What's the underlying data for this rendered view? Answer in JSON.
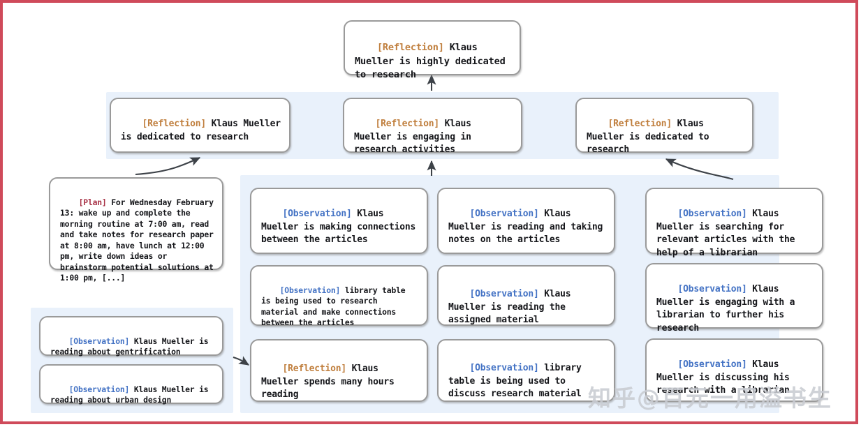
{
  "figure": {
    "border_color": "#cf4a5a",
    "panel_color": "#e9f1fb",
    "node_border_color": "#9a9a9a"
  },
  "tags": {
    "reflection": "[Reflection]",
    "observation": "[Observation]",
    "plan": "[Plan]",
    "reflection_color": "#c07f3e",
    "observation_color": "#4372c4",
    "plan_color": "#a83246"
  },
  "nodes": {
    "root": {
      "tag": "[Reflection]",
      "text": " Klaus Mueller is highly dedicated to research"
    },
    "reflection_left": {
      "tag": "[Reflection]",
      "text": " Klaus Mueller is dedicated to research"
    },
    "reflection_center": {
      "tag": "[Reflection]",
      "text": " Klaus Mueller is engaging in research activities"
    },
    "reflection_right": {
      "tag": "[Reflection]",
      "text": " Klaus Mueller is dedicated to research"
    },
    "plan": {
      "tag": "[Plan]",
      "text": " For Wednesday February 13: wake up and complete the morning routine at 7:00 am, read and take notes for research paper at 8:00 am, have lunch at 12:00 pm, write down ideas or brainstorm potential solutions at 1:00 pm, [...]"
    },
    "obs_bottomleft_1": {
      "tag": "[Observation]",
      "text": " Klaus Mueller is reading about gentrification"
    },
    "obs_bottomleft_2": {
      "tag": "[Observation]",
      "text": " Klaus Mueller is reading about urban design"
    },
    "col2_1": {
      "tag": "[Observation]",
      "text": " Klaus Mueller is making connections between the articles"
    },
    "col2_2": {
      "tag": "[Observation]",
      "text": " library table is being used to research material and make connections between the articles"
    },
    "col2_3": {
      "tag": "[Reflection]",
      "text": " Klaus Mueller spends many hours reading"
    },
    "col3_1": {
      "tag": "[Observation]",
      "text": " Klaus Mueller is reading and taking notes on the articles"
    },
    "col3_2": {
      "tag": "[Observation]",
      "text": " Klaus Mueller is reading the assigned material"
    },
    "col3_3": {
      "tag": "[Observation]",
      "text": " library table is being used to discuss research material"
    },
    "col4_1": {
      "tag": "[Observation]",
      "text": " Klaus Mueller is searching for relevant articles with the help of a librarian"
    },
    "col4_2": {
      "tag": "[Observation]",
      "text": " Klaus Mueller is engaging with a librarian to further his research"
    },
    "col4_3": {
      "tag": "[Observation]",
      "text": " Klaus Mueller is discussing his research with a librarian"
    }
  },
  "watermark": {
    "left": "知乎",
    "right": "@百元一用溢书生"
  }
}
